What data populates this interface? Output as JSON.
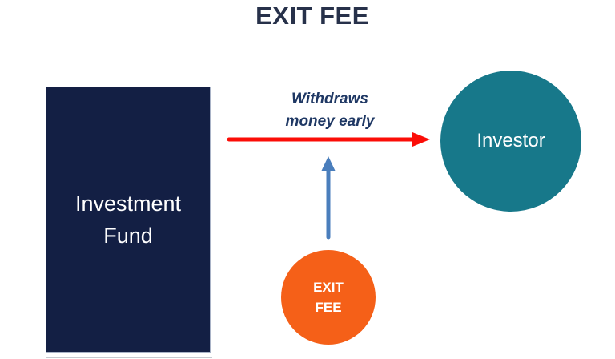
{
  "title": {
    "text": "EXIT FEE",
    "color": "#27314A"
  },
  "fund": {
    "label": "Investment Fund",
    "fill": "#131F44"
  },
  "investor": {
    "label": "Investor",
    "fill": "#17788A"
  },
  "fee": {
    "line1": "EXIT",
    "line2": "FEE",
    "fill": "#F56018"
  },
  "annotation": {
    "line1": "Withdraws",
    "line2": "money early",
    "color": "#1F3864"
  },
  "arrows": {
    "withdraw": {
      "color": "#FB0D07",
      "direction": "right"
    },
    "fee": {
      "color": "#4A7EBC",
      "direction": "up"
    }
  }
}
